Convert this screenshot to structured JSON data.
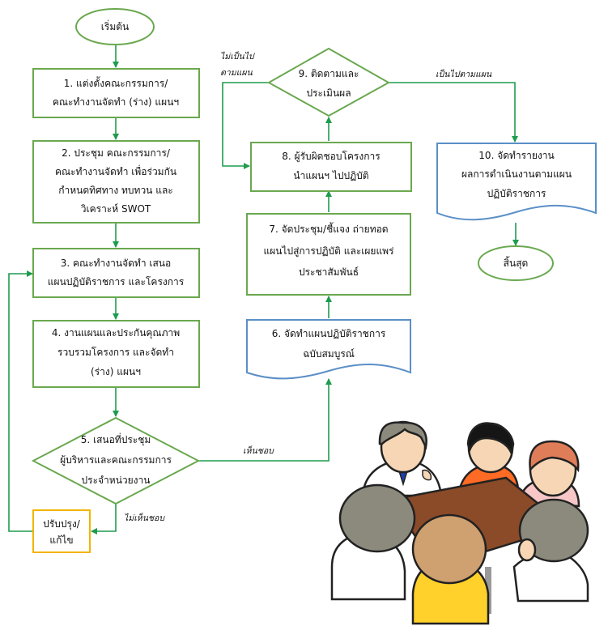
{
  "colors": {
    "process_stroke": "#6aa84f",
    "arrow": "#1e9c4e",
    "document_stroke": "#5b8fc7",
    "adjust_stroke": "#f1b400"
  },
  "nodes": {
    "start": {
      "text": "เริ่มต้น"
    },
    "step1": {
      "line1": "1. แต่งตั้งคณะกรรมการ/",
      "line2": "คณะทำงานจัดทำ (ร่าง) แผนฯ"
    },
    "step2": {
      "line1": "2. ประชุม คณะกรรมการ/",
      "line2": "คณะทำงานจัดทำ เพื่อร่วมกัน",
      "line3": "กำหนดทิศทาง ทบทวน และ",
      "line4": "วิเคราะห์ SWOT"
    },
    "step3": {
      "line1": "3. คณะทำงานจัดทำ เสนอ",
      "line2": "แผนปฏิบัติราชการ และโครงการ"
    },
    "step4": {
      "line1": "4. งานแผนและประกันคุณภาพ",
      "line2": "รวบรวมโครงการ และจัดทำ",
      "line3": "(ร่าง) แผนฯ"
    },
    "step5": {
      "line1": "5. เสนอที่ประชุม",
      "line2": "ผู้บริหารและคณะกรรมการ",
      "line3": "ประจำหน่วยงาน"
    },
    "adjust": {
      "line1": "ปรับปรุง/",
      "line2": "แก้ไข"
    },
    "step6": {
      "line1": "6. จัดทำแผนปฏิบัติราชการ",
      "line2": "ฉบับสมบูรณ์"
    },
    "step7": {
      "line1": "7. จัดประชุม/ชี้แจง ถ่ายทอด",
      "line2": "แผนไปสู่การปฏิบัติ และเผยแพร่",
      "line3": "ประชาสัมพันธ์"
    },
    "step8": {
      "line1": "8. ผู้รับผิดชอบโครงการ",
      "line2": "นำแผนฯ ไปปฏิบัติ"
    },
    "step9": {
      "line1": "9. ติดตามและ",
      "line2": "ประเมินผล"
    },
    "step10": {
      "line1": "10. จัดทำรายงาน",
      "line2": "ผลการดำเนินงานตามแผน",
      "line3": "ปฏิบัติราชการ"
    },
    "end": {
      "text": "สิ้นสุด"
    }
  },
  "edge_labels": {
    "approved": "เห็นชอบ",
    "not_approved": "ไม่เห็นชอบ",
    "off_plan_line1": "ไม่เป็นไป",
    "off_plan_line2": "ตามแผน",
    "on_plan": "เป็นไปตามแผน"
  },
  "illustration": {
    "icon": "meeting-people-illustration"
  }
}
